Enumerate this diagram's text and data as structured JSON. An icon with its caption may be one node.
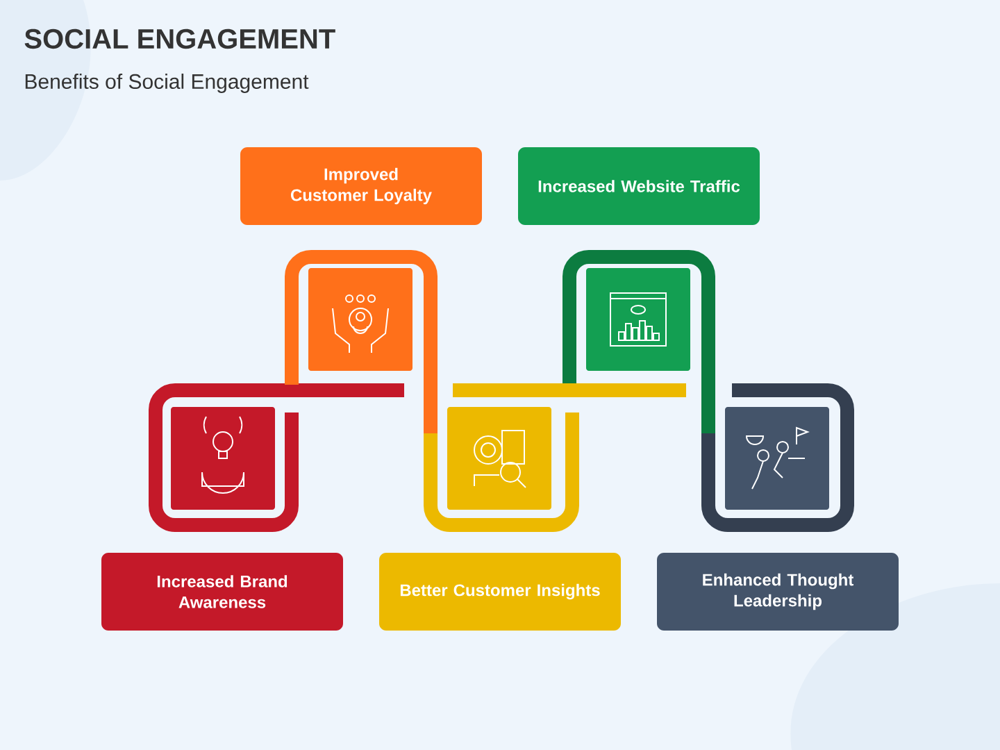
{
  "diagram": {
    "title": "SOCIAL ENGAGEMENT",
    "nodes": [
      {
        "text": [
          "Improved Customer Loyalty"
        ]
      },
      {
        "text": [
          "Increased Website Traffic"
        ]
      },
      {
        "text": [
          "Increased Brand Awareness"
        ]
      },
      {
        "text": [
          "Better Customer Insights"
        ]
      },
      {
        "text": [
          "Enhanced Thought Leadership"
        ]
      }
    ],
    "labels": [
      "Benefits of Social Engagement"
    ]
  }
}
